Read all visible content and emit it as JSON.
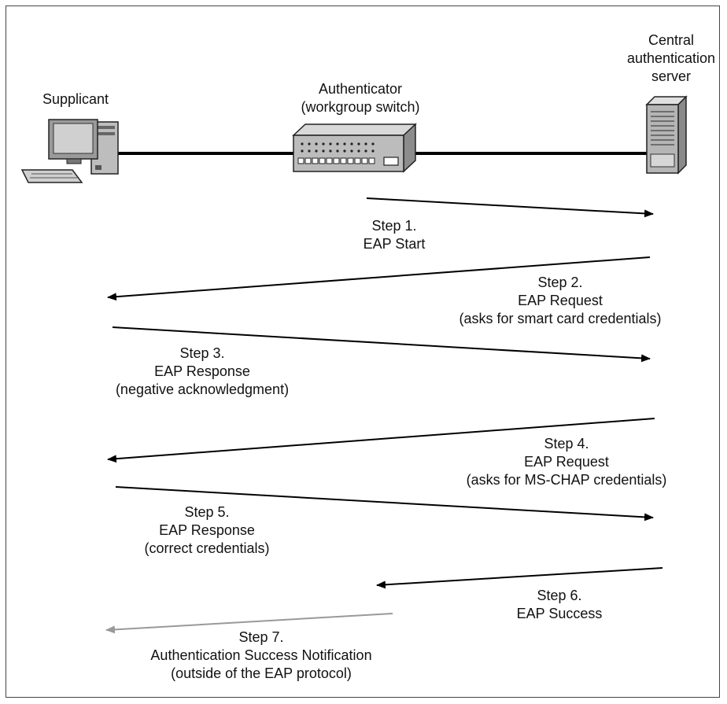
{
  "nodes": {
    "supplicant": {
      "lines": [
        "Supplicant"
      ]
    },
    "authenticator": {
      "lines": [
        "Authenticator",
        "(workgroup switch)"
      ]
    },
    "server": {
      "lines": [
        "Central",
        "authentication",
        "server"
      ]
    }
  },
  "steps": [
    {
      "id": 1,
      "direction": "to-server",
      "color": "#000000",
      "lines": [
        "Step 1.",
        "EAP Start"
      ]
    },
    {
      "id": 2,
      "direction": "to-supplicant",
      "color": "#000000",
      "lines": [
        "Step 2.",
        "EAP Request",
        "(asks for smart card credentials)"
      ]
    },
    {
      "id": 3,
      "direction": "to-server",
      "color": "#000000",
      "lines": [
        "Step 3.",
        "EAP Response",
        "(negative acknowledgment)"
      ]
    },
    {
      "id": 4,
      "direction": "to-supplicant",
      "color": "#000000",
      "lines": [
        "Step 4.",
        "EAP Request",
        "(asks for MS-CHAP credentials)"
      ]
    },
    {
      "id": 5,
      "direction": "to-server",
      "color": "#000000",
      "lines": [
        "Step 5.",
        "EAP Response",
        "(correct credentials)"
      ]
    },
    {
      "id": 6,
      "direction": "to-authenticator",
      "color": "#000000",
      "lines": [
        "Step 6.",
        "EAP Success"
      ]
    },
    {
      "id": 7,
      "direction": "to-supplicant",
      "color": "#999999",
      "lines": [
        "Step 7.",
        "Authentication Success Notification",
        "(outside of the EAP protocol)"
      ]
    }
  ]
}
